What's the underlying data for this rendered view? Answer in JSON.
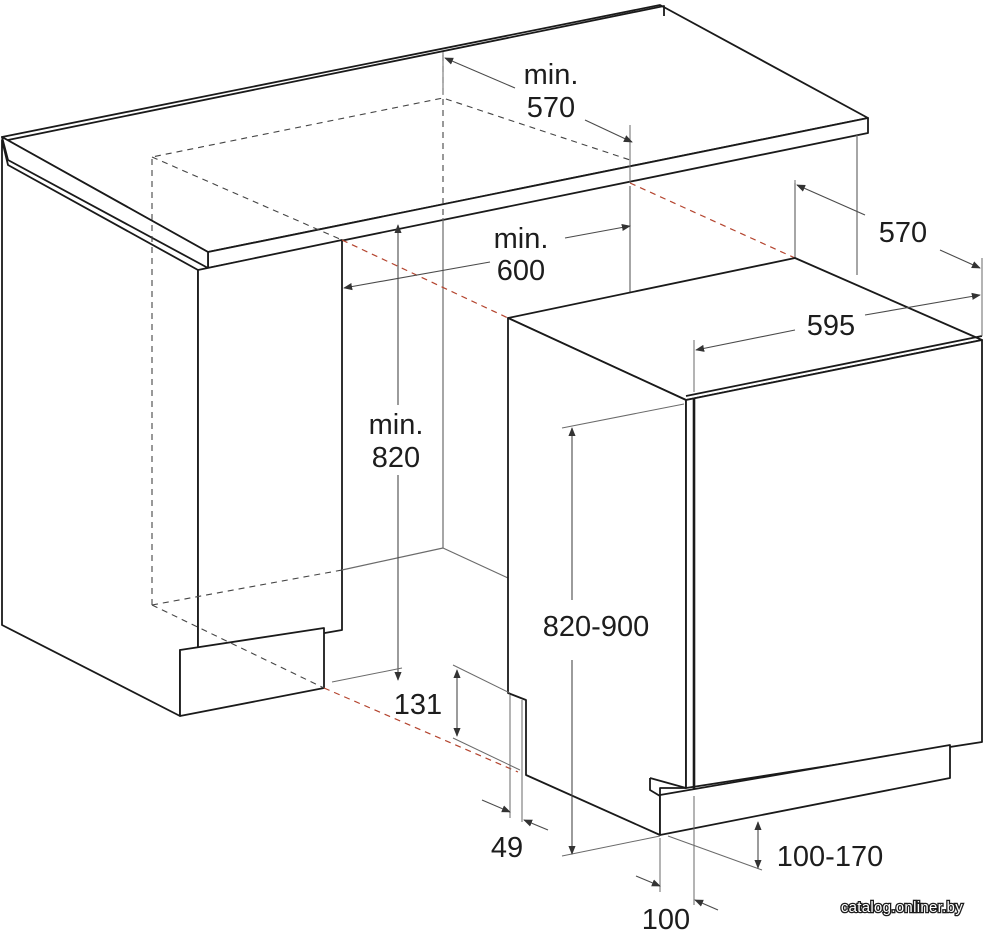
{
  "dimensions": {
    "depth_min_label": "min.",
    "depth_min_value": "570",
    "width_min_label": "min.",
    "width_min_value": "600",
    "height_min_label": "min.",
    "height_min_value": "820",
    "appliance_depth": "570",
    "appliance_width": "595",
    "appliance_height": "820-900",
    "plinth_height": "131",
    "plinth_recess": "49",
    "door_adjust": "100-170",
    "door_offset": "100"
  },
  "watermark": "catalog.onliner.by"
}
